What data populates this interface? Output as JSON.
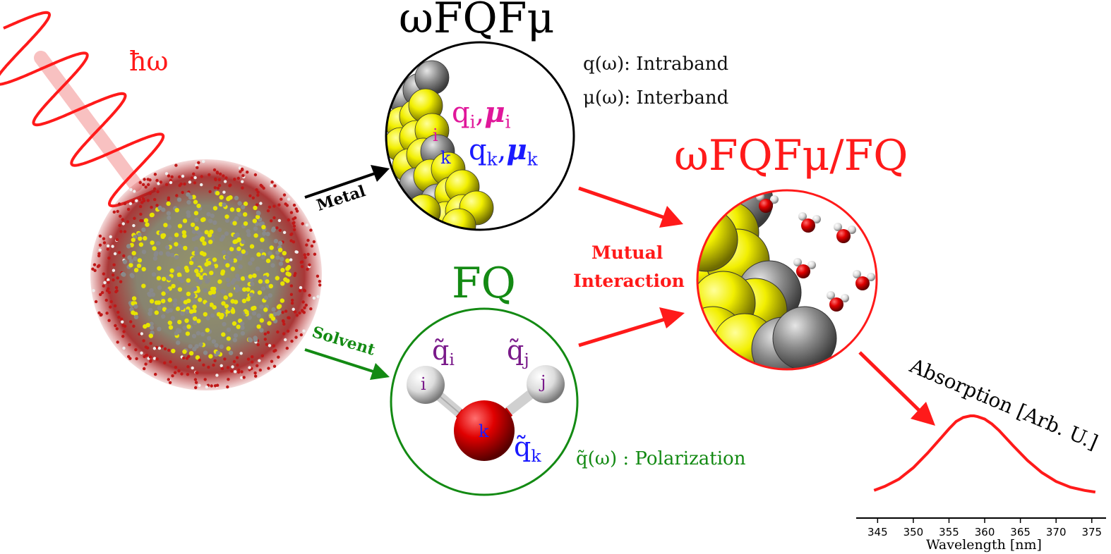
{
  "titles": {
    "metal_model": "ωFQFμ",
    "solvent_model": "FQ",
    "combined_model": "ωFQFμ/FQ"
  },
  "photon": {
    "label": "ħω"
  },
  "arrows": {
    "metal": "Metal",
    "solvent": "Solvent",
    "mutual_line1": "Mutual",
    "mutual_line2": "Interaction"
  },
  "metal_panel": {
    "q_i": "q",
    "q_i_sub": "i",
    "mu_i": "μ",
    "mu_i_sub": "i",
    "q_k": "q",
    "q_k_sub": "k",
    "mu_k": "μ",
    "mu_k_sub": "k",
    "atom_i": "i",
    "atom_k": "k",
    "comma": ","
  },
  "metal_notes": {
    "intraband_symbol": "q(ω)",
    "intraband_text": ": Intraband",
    "interband_symbol": "μ(ω)",
    "interband_text": ": Interband"
  },
  "solvent_panel": {
    "qi": "q̃",
    "qi_sub": "i",
    "qj": "q̃",
    "qj_sub": "j",
    "qk": "q̃",
    "qk_sub": "k",
    "atom_i": "i",
    "atom_j": "j",
    "atom_k": "k"
  },
  "solvent_note": {
    "symbol": "q̃(ω)",
    "text": " : Polarization"
  },
  "spectrum": {
    "ylabel": "Absorption [Arb. U.]"
  },
  "chart_data": {
    "type": "line",
    "title": "",
    "xlabel": "Wavelength [nm]",
    "ylabel": "Absorption [Arb. U.]",
    "xlim": [
      342,
      377
    ],
    "ylim": [
      0,
      1
    ],
    "ticks": [
      345,
      350,
      355,
      360,
      365,
      370,
      375
    ],
    "tick_labels": [
      "345",
      "350",
      "355",
      "360",
      "365",
      "370",
      "375"
    ],
    "series": [
      {
        "color": "#ff1a1a",
        "x": [
          344.5,
          346,
          348,
          350,
          352,
          354,
          355,
          356,
          357,
          358,
          358.5,
          359,
          360,
          361,
          362,
          364,
          366,
          368,
          370,
          372,
          374,
          375.5
        ],
        "y": [
          0.08,
          0.13,
          0.22,
          0.36,
          0.54,
          0.74,
          0.84,
          0.93,
          0.98,
          1.0,
          1.0,
          0.99,
          0.96,
          0.9,
          0.82,
          0.63,
          0.45,
          0.3,
          0.19,
          0.12,
          0.08,
          0.06
        ]
      }
    ]
  },
  "colors": {
    "red": "#ff1a1a",
    "green": "#138a13",
    "magenta": "#e0179a",
    "blue": "#1a1aff",
    "purple": "#7a1a8a",
    "gold": "#e8e400",
    "silver": "#8a8a8a"
  }
}
